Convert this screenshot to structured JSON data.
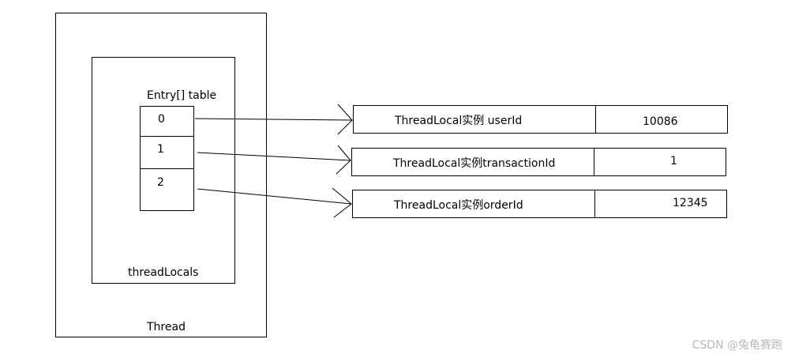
{
  "thread": {
    "label": "Thread"
  },
  "thread_locals": {
    "label": "threadLocals"
  },
  "table": {
    "title": "Entry[]  table",
    "slots": [
      "0",
      "1",
      "2"
    ]
  },
  "entries": [
    {
      "name": "ThreadLocal实例 userId",
      "value": "10086"
    },
    {
      "name": "ThreadLocal实例transactionId",
      "value": "1"
    },
    {
      "name": "ThreadLocal实例orderId",
      "value": "12345"
    }
  ],
  "watermark": "CSDN @兔龟赛跑"
}
